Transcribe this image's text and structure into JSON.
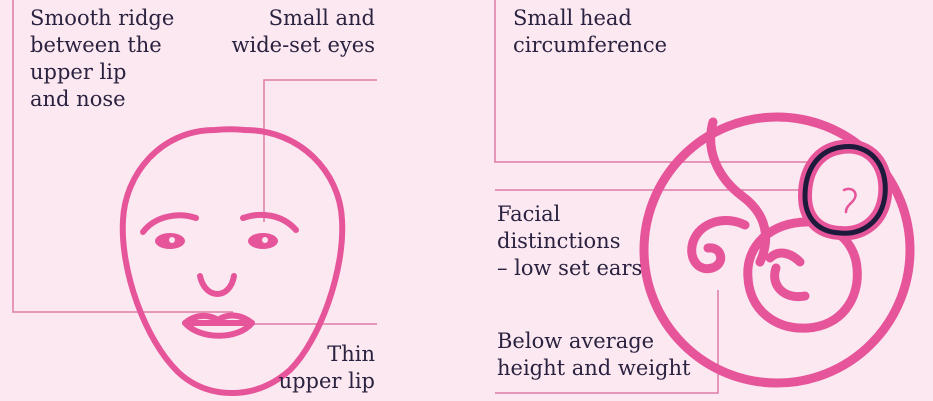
{
  "labels": {
    "smooth_ridge": "Smooth ridge\nbetween the\nupper lip\nand nose",
    "small_eyes": "Small and\nwide-set eyes",
    "thin_lip": "Thin\nupper lip",
    "small_head": "Small head\ncircumference",
    "facial_distinctions": "Facial\ndistinctions\n– low set ears",
    "below_average": "Below average\nheight and weight"
  },
  "colors": {
    "background": "#fbe8f0",
    "accent_pink": "#e6549a",
    "leader_line": "#e07aa6",
    "dark_navy": "#1e1a3c",
    "text": "#2a2240"
  },
  "icons": [
    "face-icon",
    "fetus-in-womb-icon"
  ]
}
